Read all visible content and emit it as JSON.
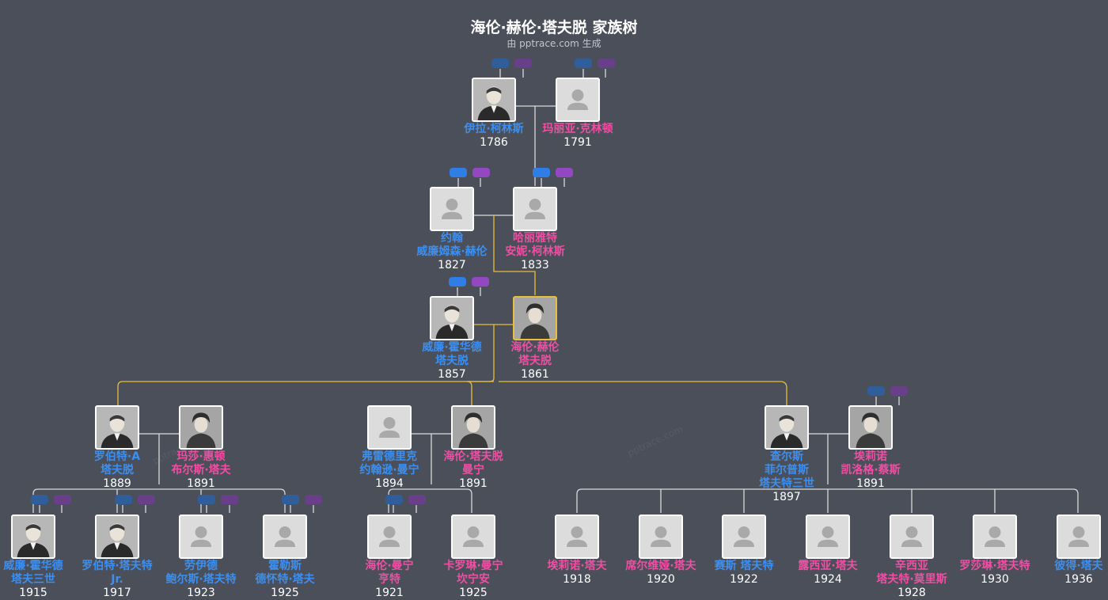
{
  "title": "海伦·赫伦·塔夫脱 家族树",
  "subtitle": "由 pptrace.com 生成",
  "watermark": "pptrace.com",
  "colors": {
    "male": "#3c8ff0",
    "female": "#ee4fa3",
    "focus": "#e8be3d",
    "line": "#d9d9d9"
  },
  "people": [
    {
      "id": "p1",
      "lines": [
        "伊拉·柯林斯"
      ],
      "year": "1786",
      "sex": "m",
      "photo": true
    },
    {
      "id": "p2",
      "lines": [
        "玛丽亚·克林顿"
      ],
      "year": "1791",
      "sex": "f",
      "photo": false
    },
    {
      "id": "p3",
      "lines": [
        "约翰",
        "威廉姆森·赫伦"
      ],
      "year": "1827",
      "sex": "m",
      "photo": false
    },
    {
      "id": "p4",
      "lines": [
        "哈丽雅特",
        "安妮·柯林斯"
      ],
      "year": "1833",
      "sex": "f",
      "photo": false
    },
    {
      "id": "p5",
      "lines": [
        "威廉·霍华德",
        "塔夫脱"
      ],
      "year": "1857",
      "sex": "m",
      "photo": true
    },
    {
      "id": "p6",
      "lines": [
        "海伦·赫伦",
        "塔夫脱"
      ],
      "year": "1861",
      "sex": "f",
      "photo": true,
      "focus": true
    },
    {
      "id": "p7",
      "lines": [
        "罗伯特·A",
        "塔夫脱"
      ],
      "year": "1889",
      "sex": "m",
      "photo": true
    },
    {
      "id": "p8",
      "lines": [
        "玛莎·惠顿",
        "布尔斯·塔夫"
      ],
      "year": "1891",
      "sex": "f",
      "photo": true
    },
    {
      "id": "p9",
      "lines": [
        "弗雷德里克",
        "约翰逊·曼宁"
      ],
      "year": "1894",
      "sex": "m",
      "photo": false
    },
    {
      "id": "p10",
      "lines": [
        "海伦·塔夫脱",
        "曼宁"
      ],
      "year": "1891",
      "sex": "f",
      "photo": true
    },
    {
      "id": "p11",
      "lines": [
        "查尔斯",
        "菲尔普斯",
        "塔夫特三世"
      ],
      "year": "1897",
      "sex": "m",
      "photo": true
    },
    {
      "id": "p12",
      "lines": [
        "埃莉诺",
        "凯洛格·蔡斯"
      ],
      "year": "1891",
      "sex": "f",
      "photo": true
    },
    {
      "id": "p13",
      "lines": [
        "威廉·霍华德",
        "塔夫三世"
      ],
      "year": "1915",
      "sex": "m",
      "photo": true
    },
    {
      "id": "p14",
      "lines": [
        "罗伯特·塔夫特",
        "Jr."
      ],
      "year": "1917",
      "sex": "m",
      "photo": true
    },
    {
      "id": "p15",
      "lines": [
        "劳伊德",
        "鲍尔斯·塔夫特"
      ],
      "year": "1923",
      "sex": "m",
      "photo": false
    },
    {
      "id": "p16",
      "lines": [
        "霍勒斯",
        "德怀特·塔夫"
      ],
      "year": "1925",
      "sex": "m",
      "photo": false
    },
    {
      "id": "p17",
      "lines": [
        "海伦·曼宁",
        "亨特"
      ],
      "year": "1921",
      "sex": "f",
      "photo": false
    },
    {
      "id": "p18",
      "lines": [
        "卡罗琳·曼宁",
        "坎宁安"
      ],
      "year": "1925",
      "sex": "f",
      "photo": false
    },
    {
      "id": "p19",
      "lines": [
        "埃莉诺·塔夫"
      ],
      "year": "1918",
      "sex": "f",
      "photo": false
    },
    {
      "id": "p20",
      "lines": [
        "席尔维娅·塔夫"
      ],
      "year": "1920",
      "sex": "f",
      "photo": false
    },
    {
      "id": "p21",
      "lines": [
        "赛斯 塔夫特"
      ],
      "year": "1922",
      "sex": "m",
      "photo": false
    },
    {
      "id": "p22",
      "lines": [
        "露西亚·塔夫"
      ],
      "year": "1924",
      "sex": "f",
      "photo": false
    },
    {
      "id": "p23",
      "lines": [
        "辛西亚",
        "塔夫特·莫里斯"
      ],
      "year": "1928",
      "sex": "f",
      "photo": false
    },
    {
      "id": "p24",
      "lines": [
        "罗莎琳·塔夫特"
      ],
      "year": "1930",
      "sex": "f",
      "photo": false
    },
    {
      "id": "p25",
      "lines": [
        "彼得·塔夫"
      ],
      "year": "1936",
      "sex": "m",
      "photo": false
    }
  ]
}
